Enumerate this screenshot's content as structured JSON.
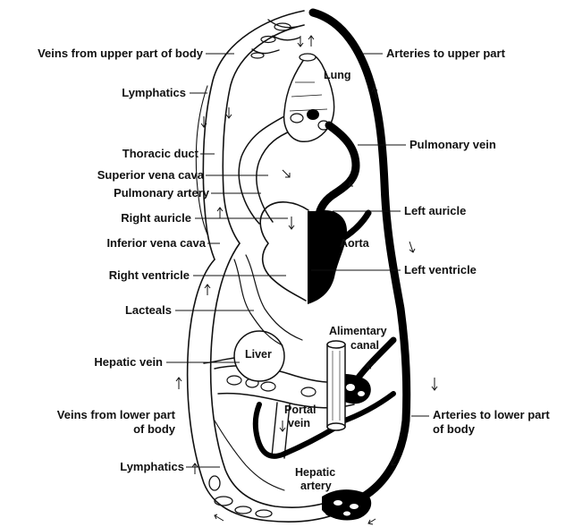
{
  "labels": {
    "veins_upper": "Veins from upper part of body",
    "lymphatics_top": "Lymphatics",
    "thoracic_duct": "Thoracic duct",
    "superior_vena_cava": "Superior vena cava",
    "pulmonary_artery": "Pulmonary artery",
    "right_auricle": "Right auricle",
    "inferior_vena_cava": "Inferior vena cava",
    "right_ventricle": "Right ventricle",
    "lacteals": "Lacteals",
    "hepatic_vein": "Hepatic vein",
    "veins_lower_1": "Veins from lower part",
    "veins_lower_2": "of body",
    "lymphatics_bottom": "Lymphatics",
    "arteries_upper": "Arteries to upper part",
    "lung": "Lung",
    "pulmonary_vein": "Pulmonary vein",
    "left_auricle": "Left auricle",
    "aorta": "Aorta",
    "left_ventricle": "Left ventricle",
    "alimentary_1": "Alimentary",
    "alimentary_2": "canal",
    "liver": "Liver",
    "portal_1": "Portal",
    "portal_2": "vein",
    "arteries_lower_1": "Arteries to lower part",
    "arteries_lower_2": "of body",
    "hepatic_artery_1": "Hepatic",
    "hepatic_artery_2": "artery"
  }
}
